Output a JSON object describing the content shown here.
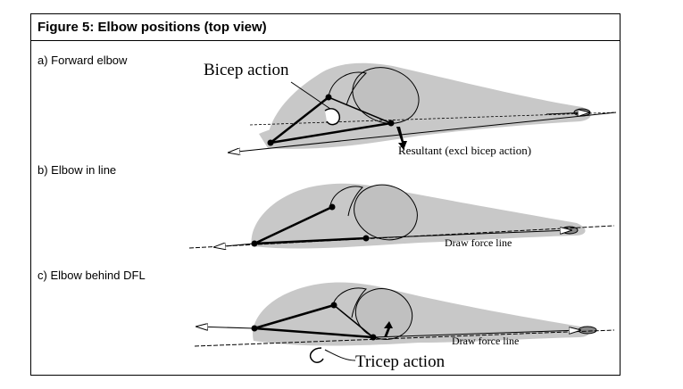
{
  "figure": {
    "title": "Figure 5: Elbow positions (top view)"
  },
  "panels": [
    {
      "label": "a) Forward elbow",
      "annotations": {
        "bicep": "Bicep action",
        "resultant": "Resultant (excl bicep action)"
      }
    },
    {
      "label": "b) Elbow in line",
      "annotations": {
        "draw_force": "Draw force line"
      }
    },
    {
      "label": "c) Elbow behind DFL",
      "annotations": {
        "draw_force": "Draw force line",
        "tricep": "Tricep action"
      }
    }
  ],
  "colors": {
    "silhouette": "#c8c8c8",
    "line": "#000000",
    "background": "#ffffff"
  }
}
